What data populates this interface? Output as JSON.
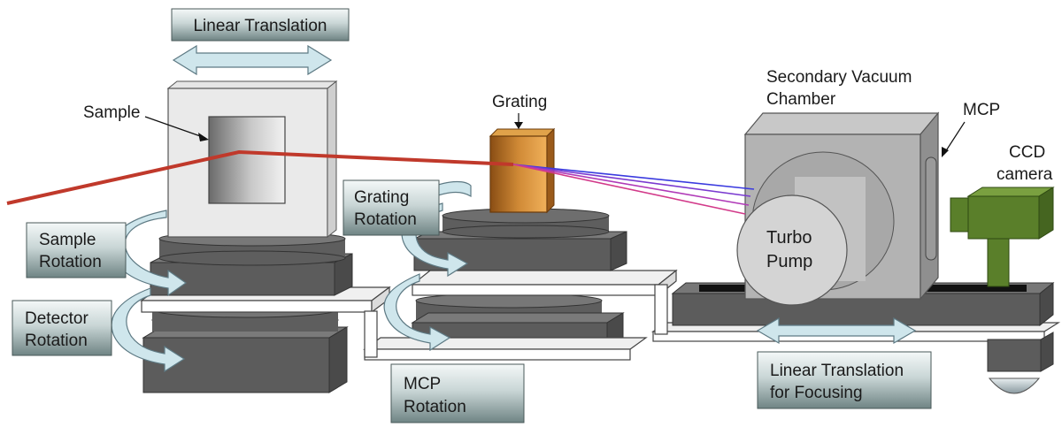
{
  "labels": {
    "linear_translation": "Linear Translation",
    "sample": "Sample",
    "grating": "Grating",
    "secondary_vacuum_chamber": [
      "Secondary Vacuum",
      "Chamber"
    ],
    "mcp_top": "MCP",
    "ccd_camera": [
      "CCD",
      "camera"
    ],
    "sample_rotation": [
      "Sample",
      "Rotation"
    ],
    "grating_rotation": [
      "Grating",
      "Rotation"
    ],
    "turbo_pump": [
      "Turbo",
      "Pump"
    ],
    "detector_rotation": [
      "Detector",
      "Rotation"
    ],
    "mcp_rotation": [
      "MCP",
      "Rotation"
    ],
    "linear_translation_focusing": [
      "Linear Translation",
      "for Focusing"
    ]
  },
  "colors": {
    "beam": "#c0392b",
    "dispersed_rays": [
      "#3a3adf",
      "#7a3ad0",
      "#b03ab8",
      "#d23a8a"
    ],
    "stage_dark": "#5c5c5c",
    "stage_top": "#6e6e6e",
    "arrow_fill": "#cfe6ec",
    "grating": "#c07a2a",
    "camera": "#5a7f2a",
    "chamber": "#b3b3b3"
  }
}
